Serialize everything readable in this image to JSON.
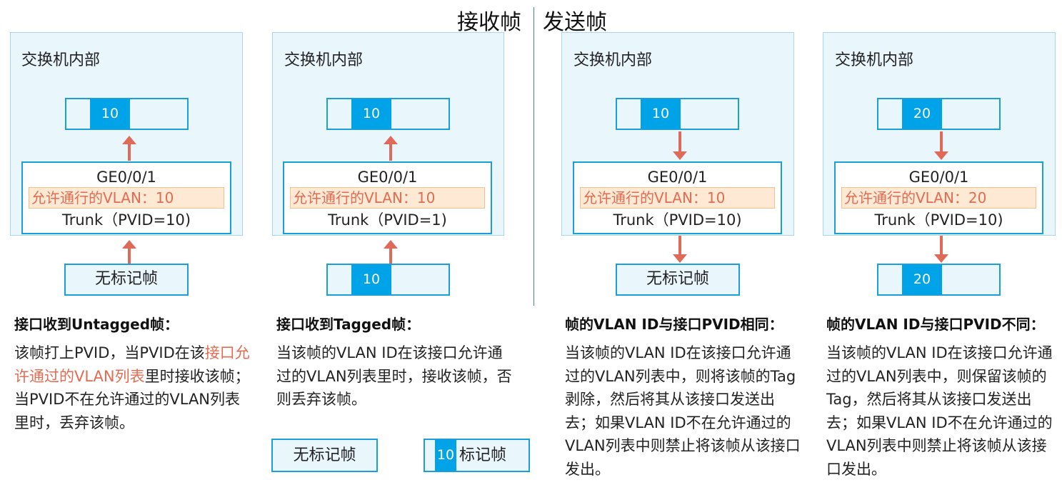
{
  "header": {
    "left": "接收帧",
    "right": "发送帧"
  },
  "panels": [
    {
      "title": "交换机内部",
      "frame_vlan": "10",
      "port_name": "GE0/0/1",
      "allowed": "允许通行的VLAN：10",
      "mode": "Trunk（PVID=10)",
      "external": "无标记帧"
    },
    {
      "title": "交换机内部",
      "frame_vlan": "10",
      "port_name": "GE0/0/1",
      "allowed": "允许通行的VLAN：10",
      "mode": "Trunk（PVID=1)",
      "external_vlan": "10"
    },
    {
      "title": "交换机内部",
      "frame_vlan": "10",
      "port_name": "GE0/0/1",
      "allowed": "允许通行的VLAN：10",
      "mode": "Trunk（PVID=10)",
      "external": "无标记帧"
    },
    {
      "title": "交换机内部",
      "frame_vlan": "20",
      "port_name": "GE0/0/1",
      "allowed": "允许通行的VLAN：20",
      "mode": "Trunk（PVID=10)",
      "external_vlan": "20"
    }
  ],
  "cases": [
    {
      "title": "接口收到Untagged帧：",
      "desc_a": "该帧打上PVID，当PVID在该",
      "desc_hl": "接口允许通过的VLAN列表",
      "desc_b": "里时接收该帧；当PVID不在允许通过的VLAN列表里时，丢弃该帧。"
    },
    {
      "title": "接口收到Tagged帧：",
      "desc": "当该帧的VLAN ID在该接口允许通过的VLAN列表里时，接收该帧，否则丢弃该帧。"
    },
    {
      "title": "帧的VLAN  ID与接口PVID相同：",
      "desc": "当该帧的VLAN ID在该接口允许通过的VLAN列表中，则将该帧的Tag剥除，然后将其从该接口发送出去；如果VLAN ID不在允许通过的VLAN列表中则禁止将该帧从该接口发出。"
    },
    {
      "title": "帧的VLAN  ID与接口PVID不同：",
      "desc": "当该帧的VLAN ID在该接口允许通过的VLAN列表中，则保留该帧的Tag，然后将其从该接口发送出去；如果VLAN ID不在允许通过的VLAN列表中则禁止将该帧从该接口发出。"
    }
  ],
  "legend": {
    "untagged": "无标记帧",
    "tag_vlan": "10",
    "tagged": "标记帧"
  },
  "colors": {
    "accent": "#00a2e8",
    "border": "#1a9fd9",
    "panel_bg": "#e9f6fc",
    "arrow": "#e06a5a",
    "highlight": "#e26c52"
  }
}
